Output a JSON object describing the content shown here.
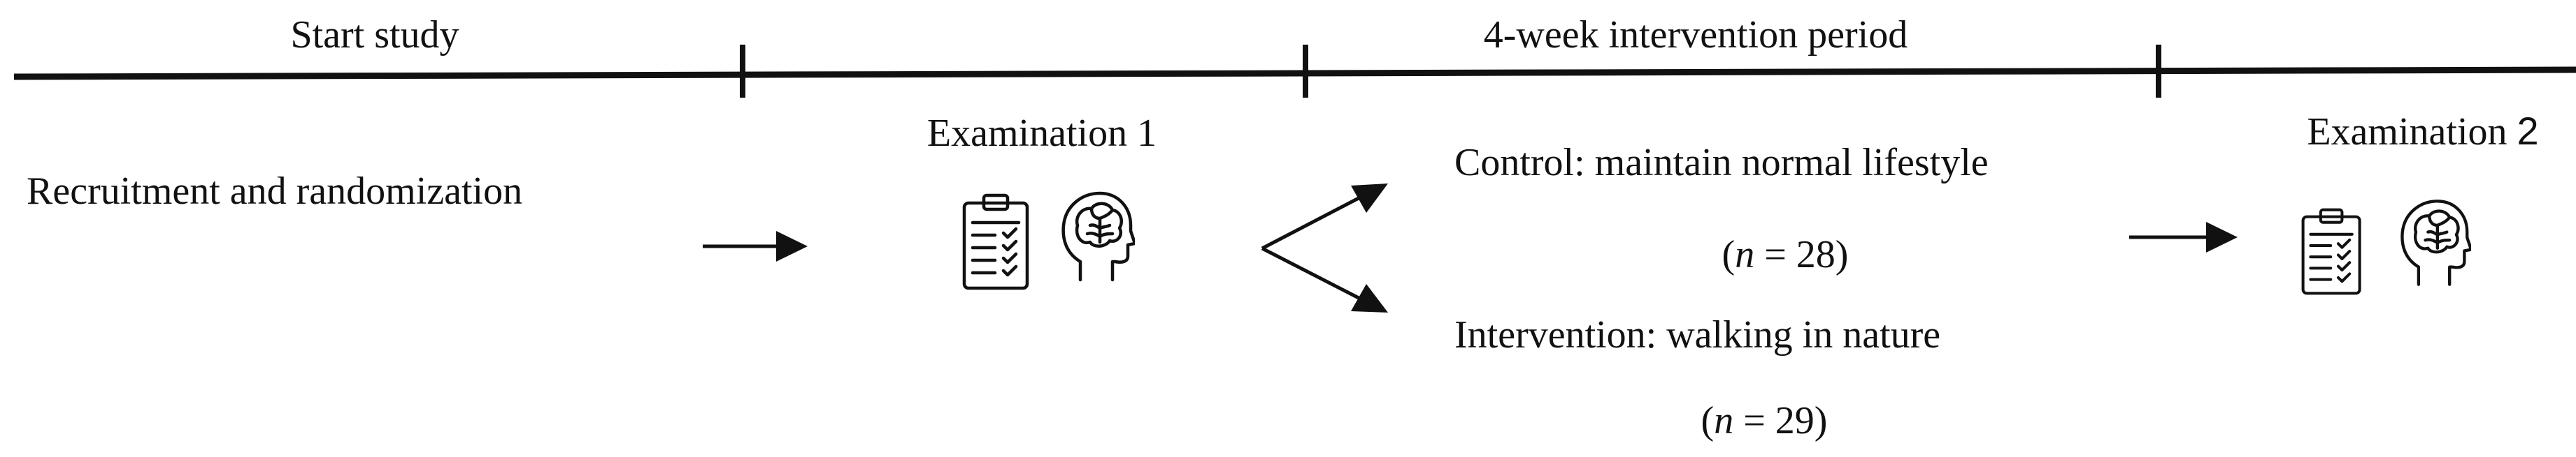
{
  "timeline": {
    "start_label": "Start study",
    "period_label": "4-week intervention period"
  },
  "steps": {
    "recruitment_label": "Recruitment and randomization",
    "exam1_label": "Examination 1",
    "exam2_label_prefix": "Examination ",
    "exam2_label_number": "2"
  },
  "groups": {
    "control": {
      "label": "Control: maintain normal lifestyle",
      "n_open": "(",
      "n_var": "n",
      "n_eq": " = 28)"
    },
    "intervention": {
      "label": "Intervention: walking in nature",
      "n_open": "(",
      "n_var": "n",
      "n_eq": " = 29)"
    }
  },
  "icons": {
    "questionnaire": "clipboard-checklist-icon",
    "brain_scan": "head-brain-icon"
  },
  "colors": {
    "line": "#111111",
    "text": "#111111"
  }
}
